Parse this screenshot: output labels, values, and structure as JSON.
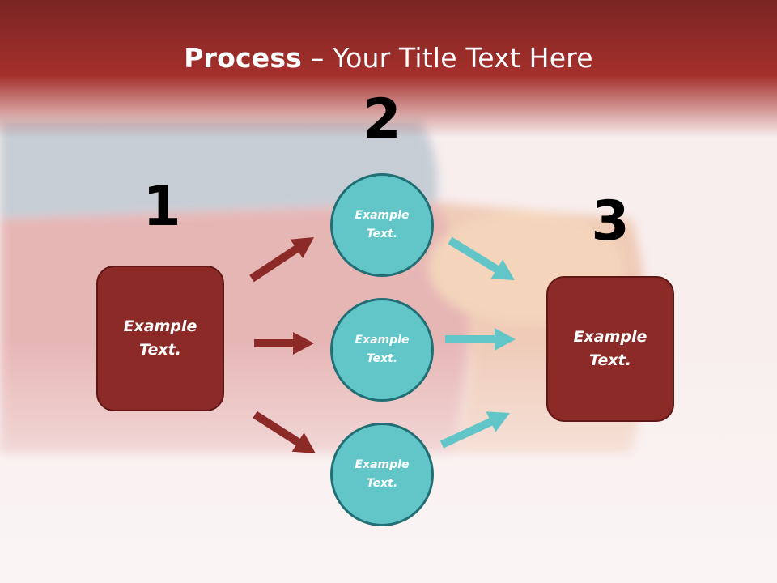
{
  "title": {
    "bold": "Process",
    "rest": " – Your Title Text Here"
  },
  "steps": {
    "one": "1",
    "two": "2",
    "three": "3"
  },
  "left_box": {
    "text": "Example Text."
  },
  "right_box": {
    "text": "Example Text."
  },
  "circles": [
    {
      "text": "Example Text."
    },
    {
      "text": "Example Text."
    },
    {
      "text": "Example Text."
    }
  ],
  "colors": {
    "header_red": "#a5302c",
    "box_fill": "#8c2a27",
    "circle_fill": "#62c6c8",
    "circle_border": "#1f6f74",
    "arrow_red": "#8c2a27",
    "arrow_teal": "#62c6c8"
  }
}
